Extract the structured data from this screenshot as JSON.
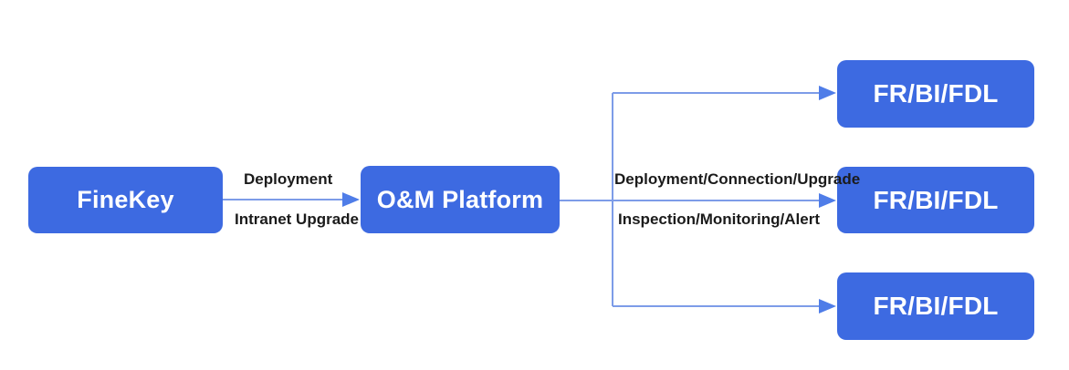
{
  "diagram": {
    "colors": {
      "background": "#ffffff",
      "node_fill": "#3d6ae1",
      "node_text": "#ffffff",
      "line": "#7d9ce8",
      "arrowhead": "#4f7de8",
      "label_text": "#1b1b1b"
    },
    "nodes": {
      "finekey": {
        "label": "FineKey"
      },
      "om_platform": {
        "label": "O&M Platform"
      },
      "fr_top": {
        "label": "FR/BI/FDL"
      },
      "fr_middle": {
        "label": "FR/BI/FDL"
      },
      "fr_bottom": {
        "label": "FR/BI/FDL"
      }
    },
    "edge_labels": {
      "finekey_to_om_top": "Deployment",
      "finekey_to_om_bottom": "Intranet Upgrade",
      "om_to_fr_top": "Deployment/Connection/Upgrade",
      "om_to_fr_bottom": "Inspection/Monitoring/Alert"
    }
  }
}
